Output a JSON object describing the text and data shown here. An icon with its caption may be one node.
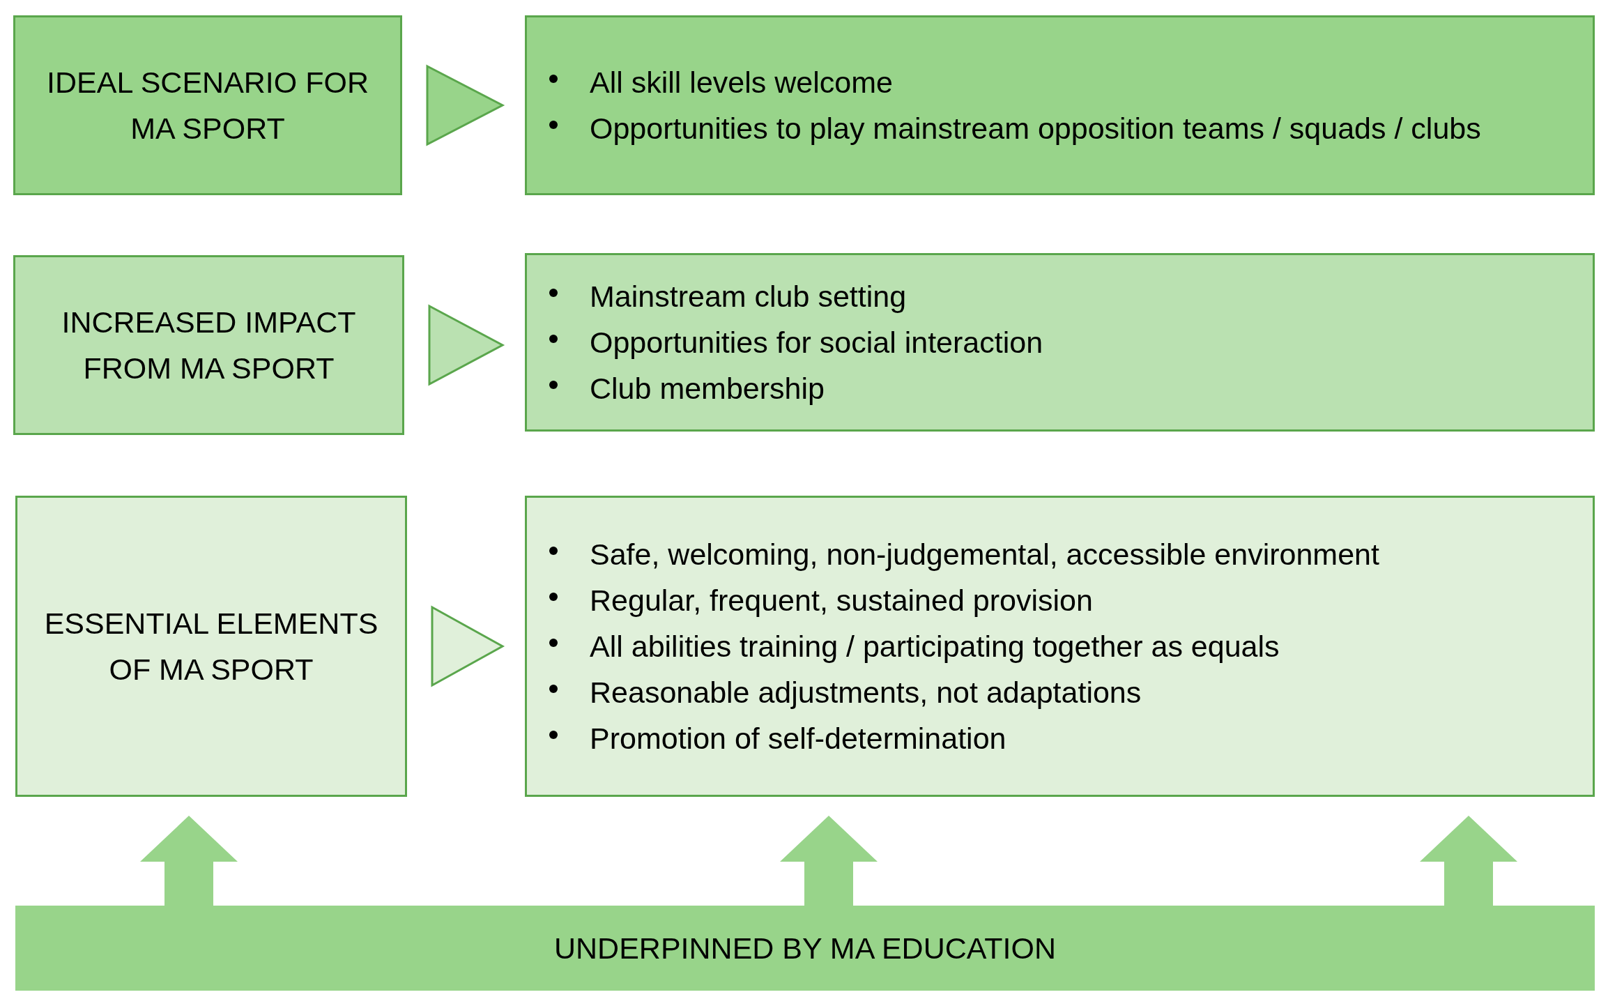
{
  "diagram": {
    "nodes": [
      {
        "text": [
          "IDEAL SCENARIO FOR MA SPORT"
        ]
      },
      {
        "text": [
          "All skill levels welcome",
          "Opportunities to play mainstream opposition teams / squads / clubs"
        ]
      },
      {
        "text": [
          "INCREASED IMPACT FROM MA SPORT"
        ]
      },
      {
        "text": [
          "Mainstream club setting",
          "Opportunities for social interaction",
          "Club membership"
        ]
      },
      {
        "text": [
          "ESSENTIAL ELEMENTS OF MA SPORT"
        ]
      },
      {
        "text": [
          "Safe, welcoming, non-judgemental, accessible environment",
          "Regular, frequent, sustained provision",
          "All abilities training / participating together as equals",
          "Reasonable adjustments, not adaptations",
          "Promotion of self-determination"
        ]
      },
      {
        "text": [
          "UNDERPINNED BY MA EDUCATION"
        ]
      }
    ],
    "edges": [
      {
        "from": 0,
        "to": 1,
        "arrow": "to"
      },
      {
        "from": 2,
        "to": 3,
        "arrow": "to"
      },
      {
        "from": 4,
        "to": 5,
        "arrow": "to"
      },
      {
        "from": 6,
        "to": 4,
        "arrow": "to",
        "style": "thick"
      },
      {
        "from": 6,
        "to": 5,
        "arrow": "to",
        "style": "thick"
      },
      {
        "from": 6,
        "to": 5,
        "arrow": "to",
        "style": "thick"
      }
    ]
  }
}
